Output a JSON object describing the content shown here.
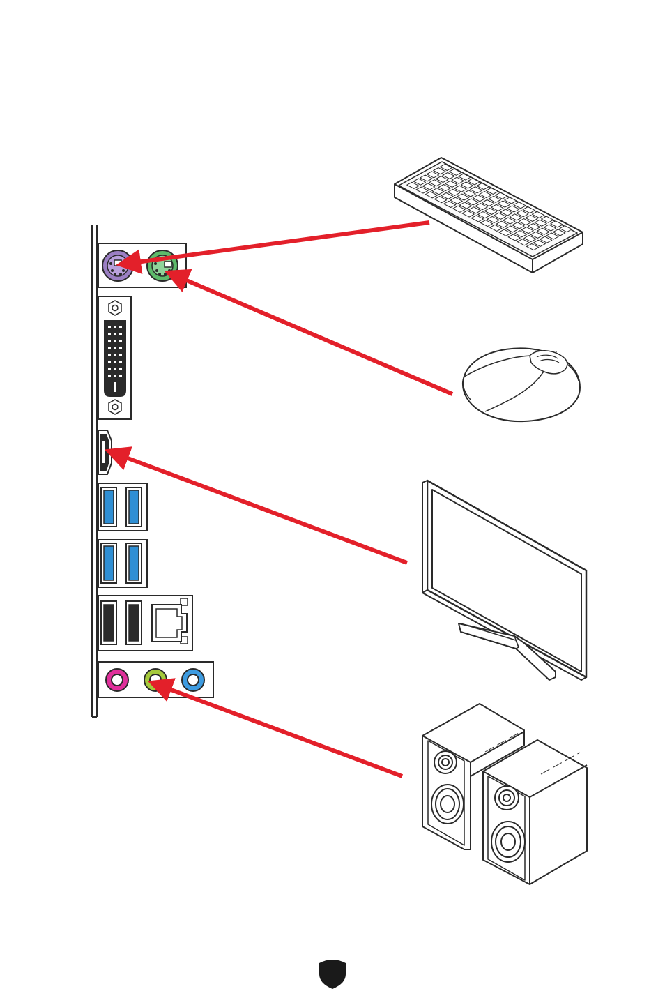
{
  "diagram": {
    "type": "io-panel-connection-diagram",
    "colors": {
      "arrow": "#e3202a",
      "outline": "#2a2a2a",
      "ps2_keyboard": "#9b7fc4",
      "ps2_mouse": "#5dba6a",
      "usb3": "#2f8fd4",
      "audio_line_in": "#e0309b",
      "audio_line_out": "#a5c93b",
      "audio_mic": "#3d9be0",
      "brand_badge": "#1a1a1a"
    },
    "io_panel": {
      "ports": [
        {
          "id": "ps2-keyboard-port",
          "icon": "ps2-port-icon",
          "color": "#9b7fc4"
        },
        {
          "id": "ps2-mouse-port",
          "icon": "ps2-port-icon",
          "color": "#5dba6a"
        },
        {
          "id": "dvi-port",
          "icon": "dvi-port-icon"
        },
        {
          "id": "hdmi-port",
          "icon": "hdmi-port-icon"
        },
        {
          "id": "usb3-ports",
          "count": 4,
          "icon": "usb-port-icon",
          "color": "#2f8fd4"
        },
        {
          "id": "usb2-ports",
          "count": 2,
          "icon": "usb-port-icon"
        },
        {
          "id": "lan-port",
          "icon": "rj45-port-icon"
        },
        {
          "id": "audio-jacks",
          "count": 3,
          "icon": "audio-jack-icon"
        }
      ]
    },
    "devices": [
      {
        "id": "keyboard",
        "icon": "keyboard-icon",
        "connects_to": "ps2-keyboard-port"
      },
      {
        "id": "mouse",
        "icon": "mouse-icon",
        "connects_to": "ps2-mouse-port"
      },
      {
        "id": "monitor",
        "icon": "monitor-icon",
        "connects_to": "hdmi-port"
      },
      {
        "id": "speakers",
        "icon": "speakers-icon",
        "connects_to": "audio-line-out"
      }
    ],
    "footer": {
      "icon": "shield-icon"
    }
  }
}
